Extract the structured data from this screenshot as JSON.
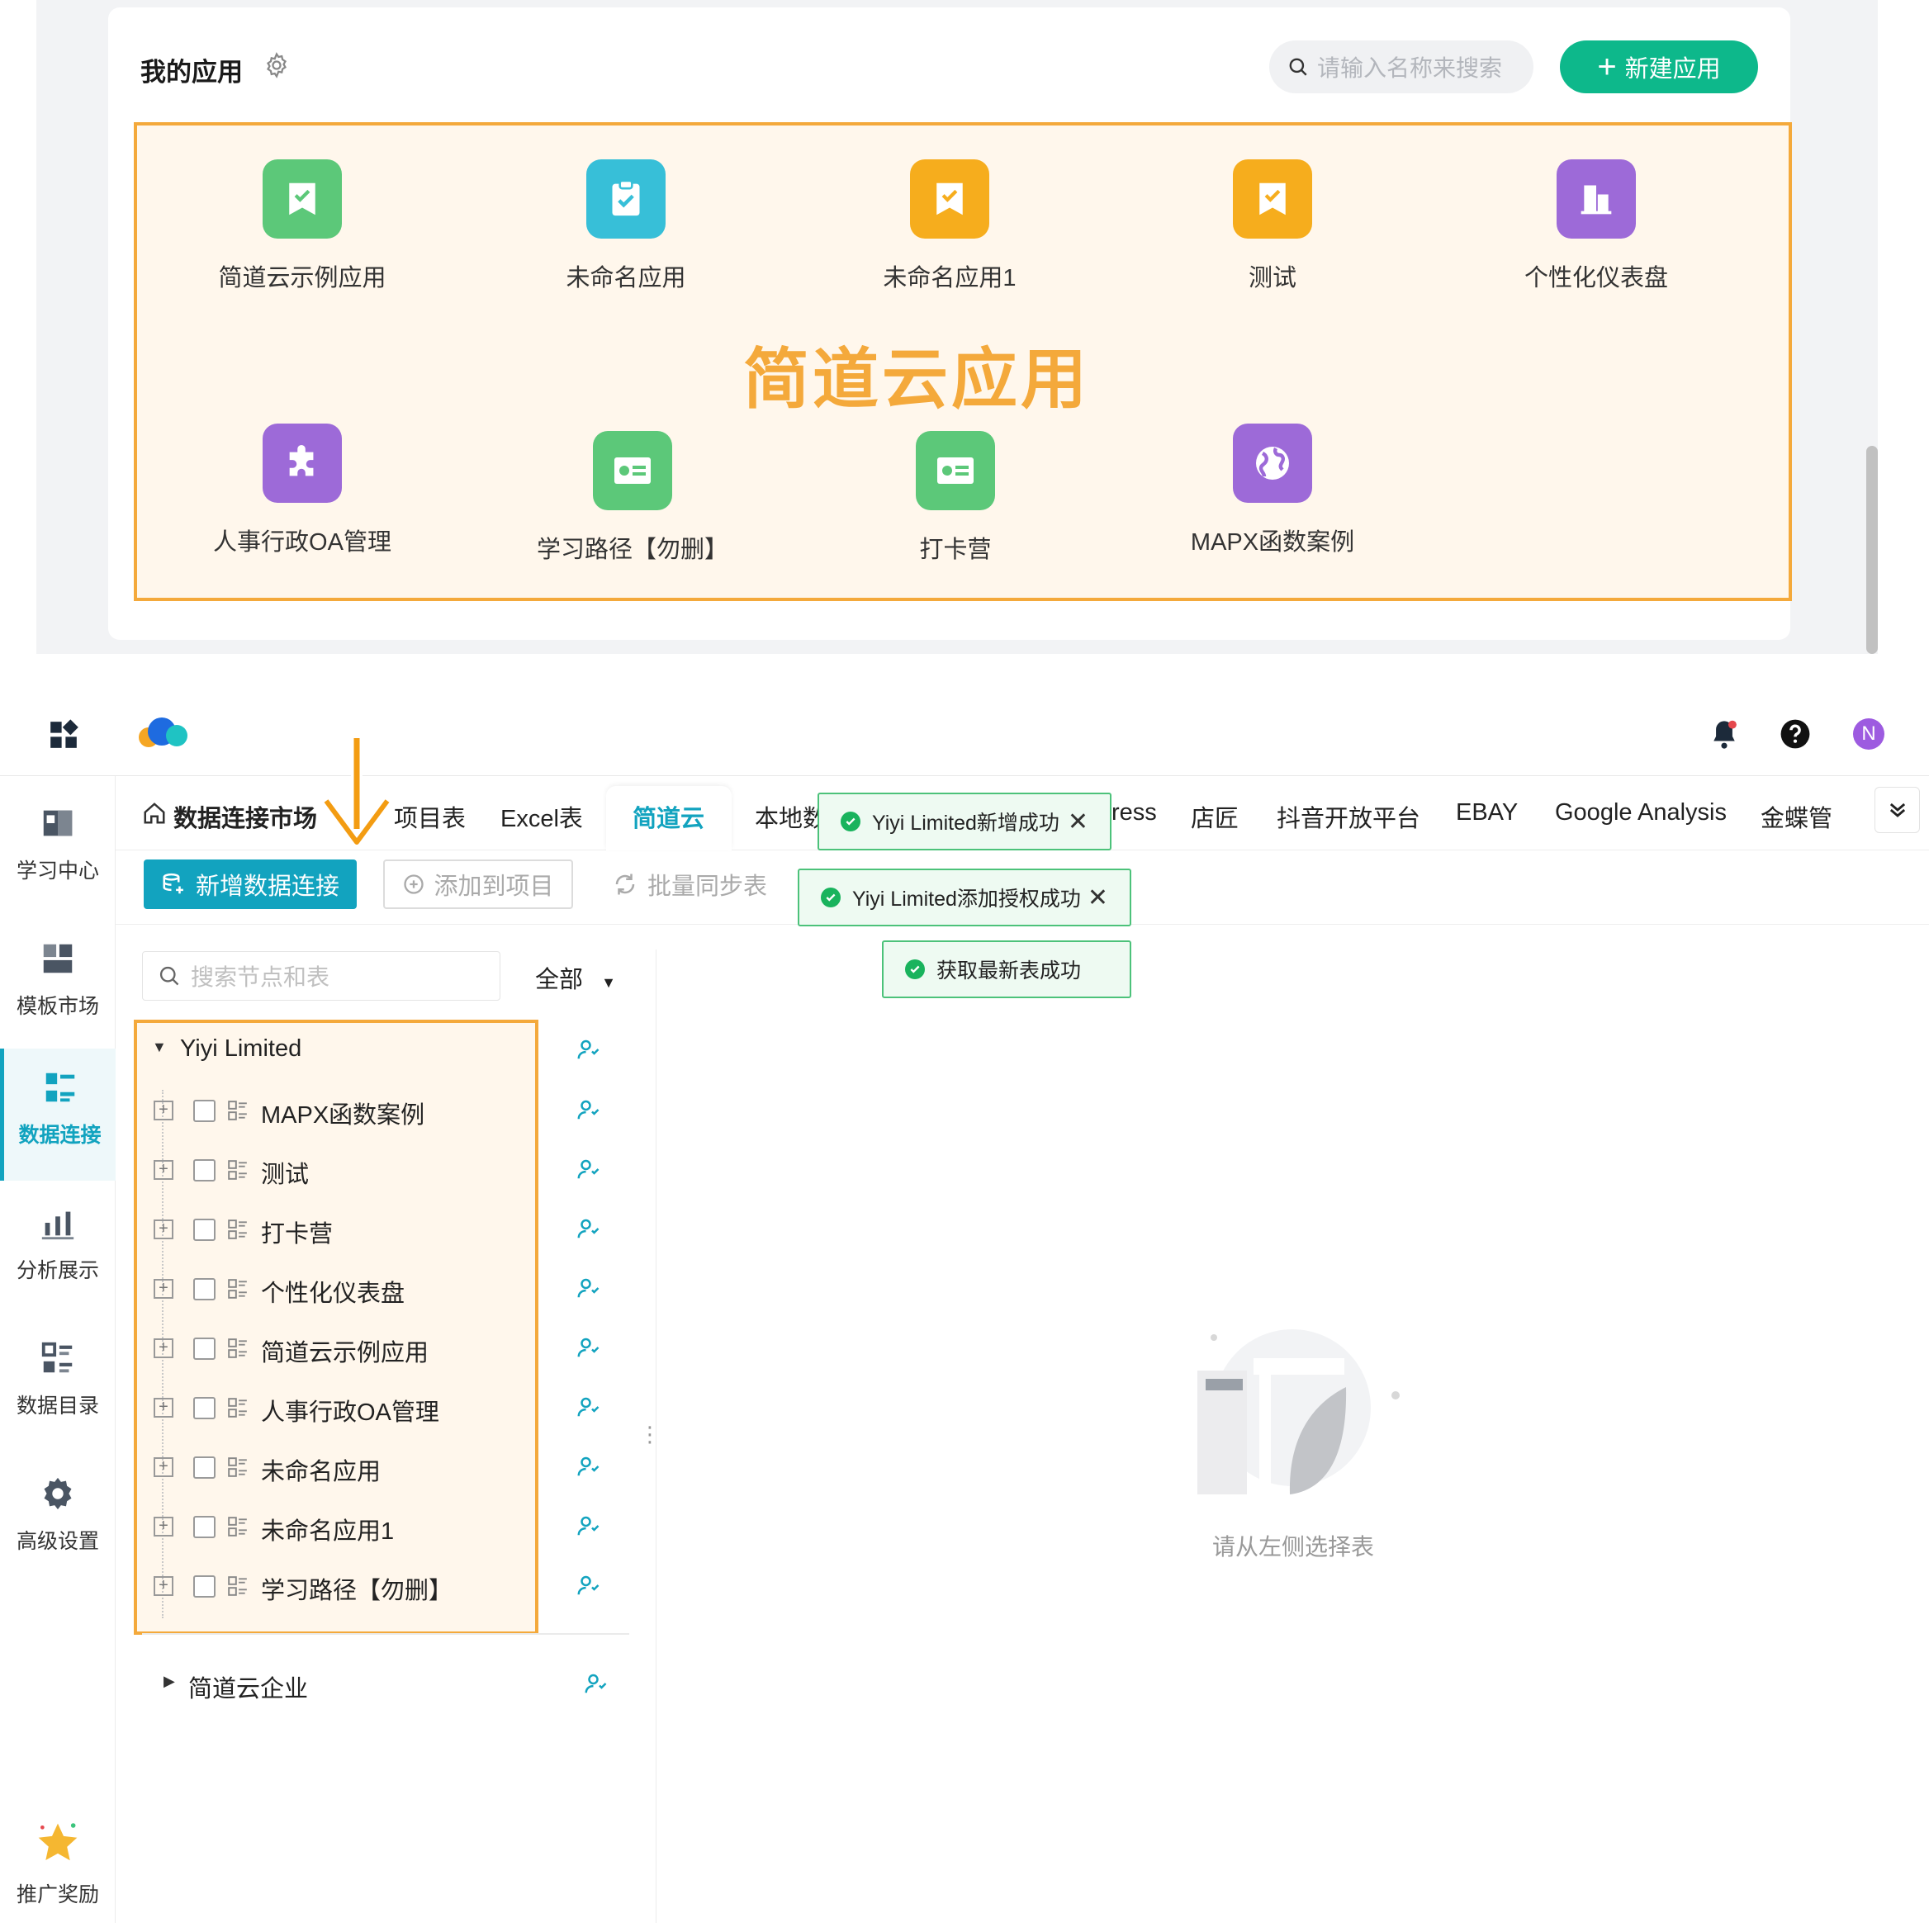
{
  "my_apps": {
    "title": "我的应用",
    "search_placeholder": "请输入名称来搜索",
    "new_button": "新建应用",
    "watermark": "简道云应用",
    "apps": [
      {
        "label": "简道云示例应用",
        "icon": "bookmark-check-icon",
        "color": "#5cc879"
      },
      {
        "label": "未命名应用",
        "icon": "clipboard-check-icon",
        "color": "#37bfd8"
      },
      {
        "label": "未命名应用1",
        "icon": "bookmark-check-icon",
        "color": "#f6ad1d"
      },
      {
        "label": "测试",
        "icon": "bookmark-check-icon",
        "color": "#f6ad1d"
      },
      {
        "label": "个性化仪表盘",
        "icon": "building-icon",
        "color": "#9d6ad8"
      },
      {
        "label": "人事行政OA管理",
        "icon": "puzzle-icon",
        "color": "#9d6ad8"
      },
      {
        "label": "学习路径【勿删】",
        "icon": "id-card-icon",
        "color": "#5cc879"
      },
      {
        "label": "打卡营",
        "icon": "id-card-icon",
        "color": "#5cc879"
      },
      {
        "label": "MAPX函数案例",
        "icon": "globe-icon",
        "color": "#9d6ad8"
      }
    ]
  },
  "header": {
    "avatar_letter": "N",
    "brand_colors": [
      "#1e6be0",
      "#f5a623",
      "#1fc3c3"
    ]
  },
  "sidebar": {
    "items": [
      {
        "label": "学习中心",
        "icon": "book-icon"
      },
      {
        "label": "模板市场",
        "icon": "template-icon"
      },
      {
        "label": "数据连接",
        "icon": "data-connect-icon"
      },
      {
        "label": "分析展示",
        "icon": "chart-icon"
      },
      {
        "label": "数据目录",
        "icon": "list-icon"
      },
      {
        "label": "高级设置",
        "icon": "gear-icon"
      },
      {
        "label": "推广奖励",
        "icon": "star-icon"
      }
    ]
  },
  "tabs": {
    "market": "数据连接市场",
    "items": [
      "项目表",
      "Excel表",
      "简道云",
      "本地数",
      "ress",
      "店匠",
      "抖音开放平台",
      "EBAY",
      "Google Analysis",
      "金蝶管"
    ]
  },
  "toolbar": {
    "new_connection": "新增数据连接",
    "add_to_project": "添加到项目",
    "batch_sync": "批量同步表"
  },
  "toasts": [
    {
      "text": "Yiyi Limited新增成功"
    },
    {
      "text": "Yiyi Limited添加授权成功"
    },
    {
      "text": "获取最新表成功"
    }
  ],
  "tree": {
    "search_placeholder": "搜索节点和表",
    "filter": "全部",
    "root": "Yiyi Limited",
    "items": [
      "MAPX函数案例",
      "测试",
      "打卡营",
      "个性化仪表盘",
      "简道云示例应用",
      "人事行政OA管理",
      "未命名应用",
      "未命名应用1",
      "学习路径【勿删】"
    ],
    "second_root": "简道云企业"
  },
  "empty_state": {
    "text": "请从左侧选择表"
  }
}
